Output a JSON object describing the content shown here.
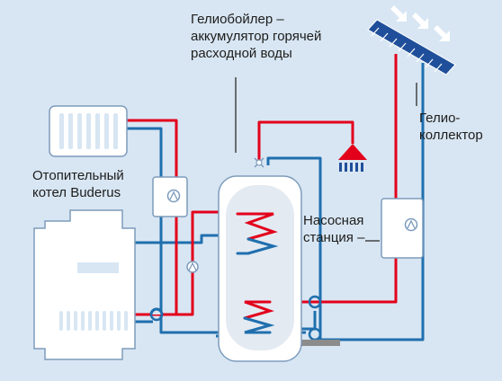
{
  "labels": {
    "solar_boiler": [
      "Гелиобойлер –",
      "аккумулятор горячей",
      "расходной воды"
    ],
    "heating_boiler": [
      "Отопительный",
      "котел Buderus"
    ],
    "pump_station": [
      "Насосная",
      "станция –"
    ],
    "collector": [
      "Гелио-",
      "коллектор"
    ]
  },
  "colors": {
    "background": "#d8e6f3",
    "hot_pipe": "#e3001b",
    "cold_pipe": "#1f6fae",
    "equipment": "#ffffff",
    "outline": "#7d9cbc",
    "collector": "#1f4f9a"
  }
}
